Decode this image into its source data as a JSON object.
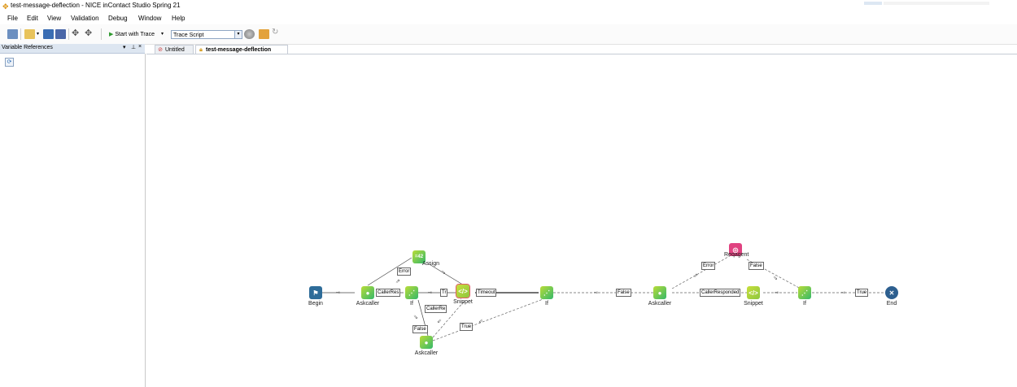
{
  "window": {
    "title": "test-message-deflection - NICE inContact Studio Spring 21"
  },
  "menu": [
    "File",
    "Edit",
    "View",
    "Validation",
    "Debug",
    "Window",
    "Help"
  ],
  "toolbar": {
    "start_trace_label": "Start with Trace",
    "trace_select_value": "Trace Script"
  },
  "panel": {
    "title": "Variable References",
    "pin_glyph": "▾",
    "pin2_glyph": "⊥",
    "close_glyph": "×",
    "refresh_glyph": "⟳"
  },
  "tabs": [
    {
      "label": "Untitled"
    },
    {
      "label": "test-message-deflection"
    }
  ],
  "nodes": {
    "begin": "Begin",
    "askcaller1": "Askcaller",
    "if1": "If",
    "assign": "Assign",
    "assign_glyph": "=42",
    "snippet1": "Snippet",
    "askcaller2": "Askcaller",
    "if2": "If",
    "askcaller3": "Askcaller",
    "reqagent": "Reqagent",
    "snippet2": "Snippet",
    "if3": "If",
    "end": "End"
  },
  "branch_labels": {
    "error1": "Error",
    "caller_res": "CallerRes",
    "true1": "Tr",
    "caller_re_below": "CallerRe",
    "false1": "False",
    "true2": "True",
    "timeout": "Timeout",
    "false2": "False",
    "error2": "Error",
    "false3": "False",
    "caller_responded": "CallerResponded",
    "true3": "True"
  }
}
